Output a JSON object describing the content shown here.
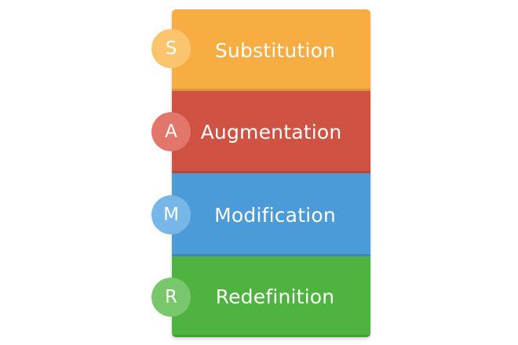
{
  "levels": [
    {
      "letter": "S",
      "label": "Substitution",
      "color": "#f8ad43",
      "badge_color": "#fbc46f"
    },
    {
      "letter": "A",
      "label": "Augmentation",
      "color": "#d05242",
      "badge_color": "#e2766b"
    },
    {
      "letter": "M",
      "label": "Modification",
      "color": "#4a9bd8",
      "badge_color": "#76b7e8"
    },
    {
      "letter": "R",
      "label": "Redefinition",
      "color": "#4eb33f",
      "badge_color": "#78c76c"
    }
  ]
}
